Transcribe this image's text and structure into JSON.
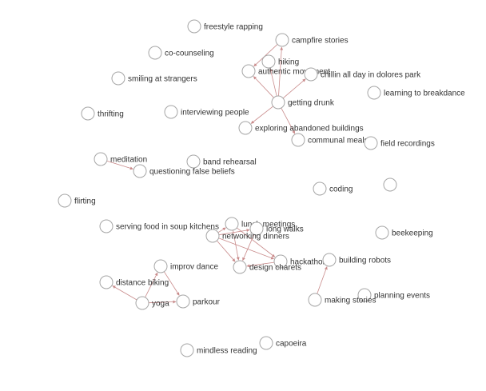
{
  "colors": {
    "edge": "#c98b8b",
    "node_stroke": "#a6a6a6",
    "node_fill": "#ffffff",
    "label": "#333333"
  },
  "nodes": [
    {
      "id": "freestyle-rapping",
      "label": "freestyle rapping"
    },
    {
      "id": "campfire-stories",
      "label": "campfire stories"
    },
    {
      "id": "co-counseling",
      "label": "co-counseling"
    },
    {
      "id": "hiking",
      "label": "hiking"
    },
    {
      "id": "authentic-movement",
      "label": "authentic movement"
    },
    {
      "id": "chillin",
      "label": "chillin all day in dolores park"
    },
    {
      "id": "smiling-at-strangers",
      "label": "smiling at strangers"
    },
    {
      "id": "learning-to-breakdance",
      "label": "learning to breakdance"
    },
    {
      "id": "getting-drunk",
      "label": "getting drunk"
    },
    {
      "id": "thrifting",
      "label": "thrifting"
    },
    {
      "id": "interviewing-people",
      "label": "interviewing people"
    },
    {
      "id": "exploring-abandoned-buildings",
      "label": "exploring abandoned buildings"
    },
    {
      "id": "communal-meals",
      "label": "communal meals"
    },
    {
      "id": "field-recordings",
      "label": "field recordings"
    },
    {
      "id": "meditation",
      "label": "meditation"
    },
    {
      "id": "band-rehearsal",
      "label": "band rehearsal"
    },
    {
      "id": "questioning-false-beliefs",
      "label": "questioning false beliefs"
    },
    {
      "id": "coding",
      "label": "coding"
    },
    {
      "id": "unlabeled",
      "label": ""
    },
    {
      "id": "flirting",
      "label": "flirting"
    },
    {
      "id": "lunch-meetings",
      "label": "lunch meetings"
    },
    {
      "id": "serving-food",
      "label": "serving food in soup kitchens"
    },
    {
      "id": "long-walks",
      "label": "long walks"
    },
    {
      "id": "networking-dinners",
      "label": "networking dinners"
    },
    {
      "id": "beekeeping",
      "label": "beekeeping"
    },
    {
      "id": "hackathons",
      "label": "hackathons"
    },
    {
      "id": "building-robots",
      "label": "building robots"
    },
    {
      "id": "design-charets",
      "label": "design charets"
    },
    {
      "id": "improv-dance",
      "label": "improv dance"
    },
    {
      "id": "distance-biking",
      "label": "distance biking"
    },
    {
      "id": "planning-events",
      "label": "planning events"
    },
    {
      "id": "making-stories",
      "label": "making stories"
    },
    {
      "id": "yoga",
      "label": "yoga"
    },
    {
      "id": "parkour",
      "label": "parkour"
    },
    {
      "id": "capoeira",
      "label": "capoeira"
    },
    {
      "id": "mindless-reading",
      "label": "mindless reading"
    }
  ],
  "edges": [
    {
      "source": "getting-drunk",
      "target": "campfire-stories"
    },
    {
      "source": "getting-drunk",
      "target": "hiking"
    },
    {
      "source": "getting-drunk",
      "target": "authentic-movement"
    },
    {
      "source": "getting-drunk",
      "target": "chillin"
    },
    {
      "source": "getting-drunk",
      "target": "exploring-abandoned-buildings"
    },
    {
      "source": "getting-drunk",
      "target": "communal-meals"
    },
    {
      "source": "campfire-stories",
      "target": "authentic-movement"
    },
    {
      "source": "meditation",
      "target": "questioning-false-beliefs"
    },
    {
      "source": "networking-dinners",
      "target": "lunch-meetings"
    },
    {
      "source": "networking-dinners",
      "target": "long-walks"
    },
    {
      "source": "networking-dinners",
      "target": "design-charets"
    },
    {
      "source": "lunch-meetings",
      "target": "design-charets"
    },
    {
      "source": "long-walks",
      "target": "design-charets"
    },
    {
      "source": "hackathons",
      "target": "design-charets"
    },
    {
      "source": "networking-dinners",
      "target": "hackathons"
    },
    {
      "source": "lunch-meetings",
      "target": "hackathons"
    },
    {
      "source": "making-stories",
      "target": "building-robots"
    },
    {
      "source": "yoga",
      "target": "improv-dance"
    },
    {
      "source": "yoga",
      "target": "distance-biking"
    },
    {
      "source": "yoga",
      "target": "parkour"
    },
    {
      "source": "improv-dance",
      "target": "parkour"
    }
  ]
}
